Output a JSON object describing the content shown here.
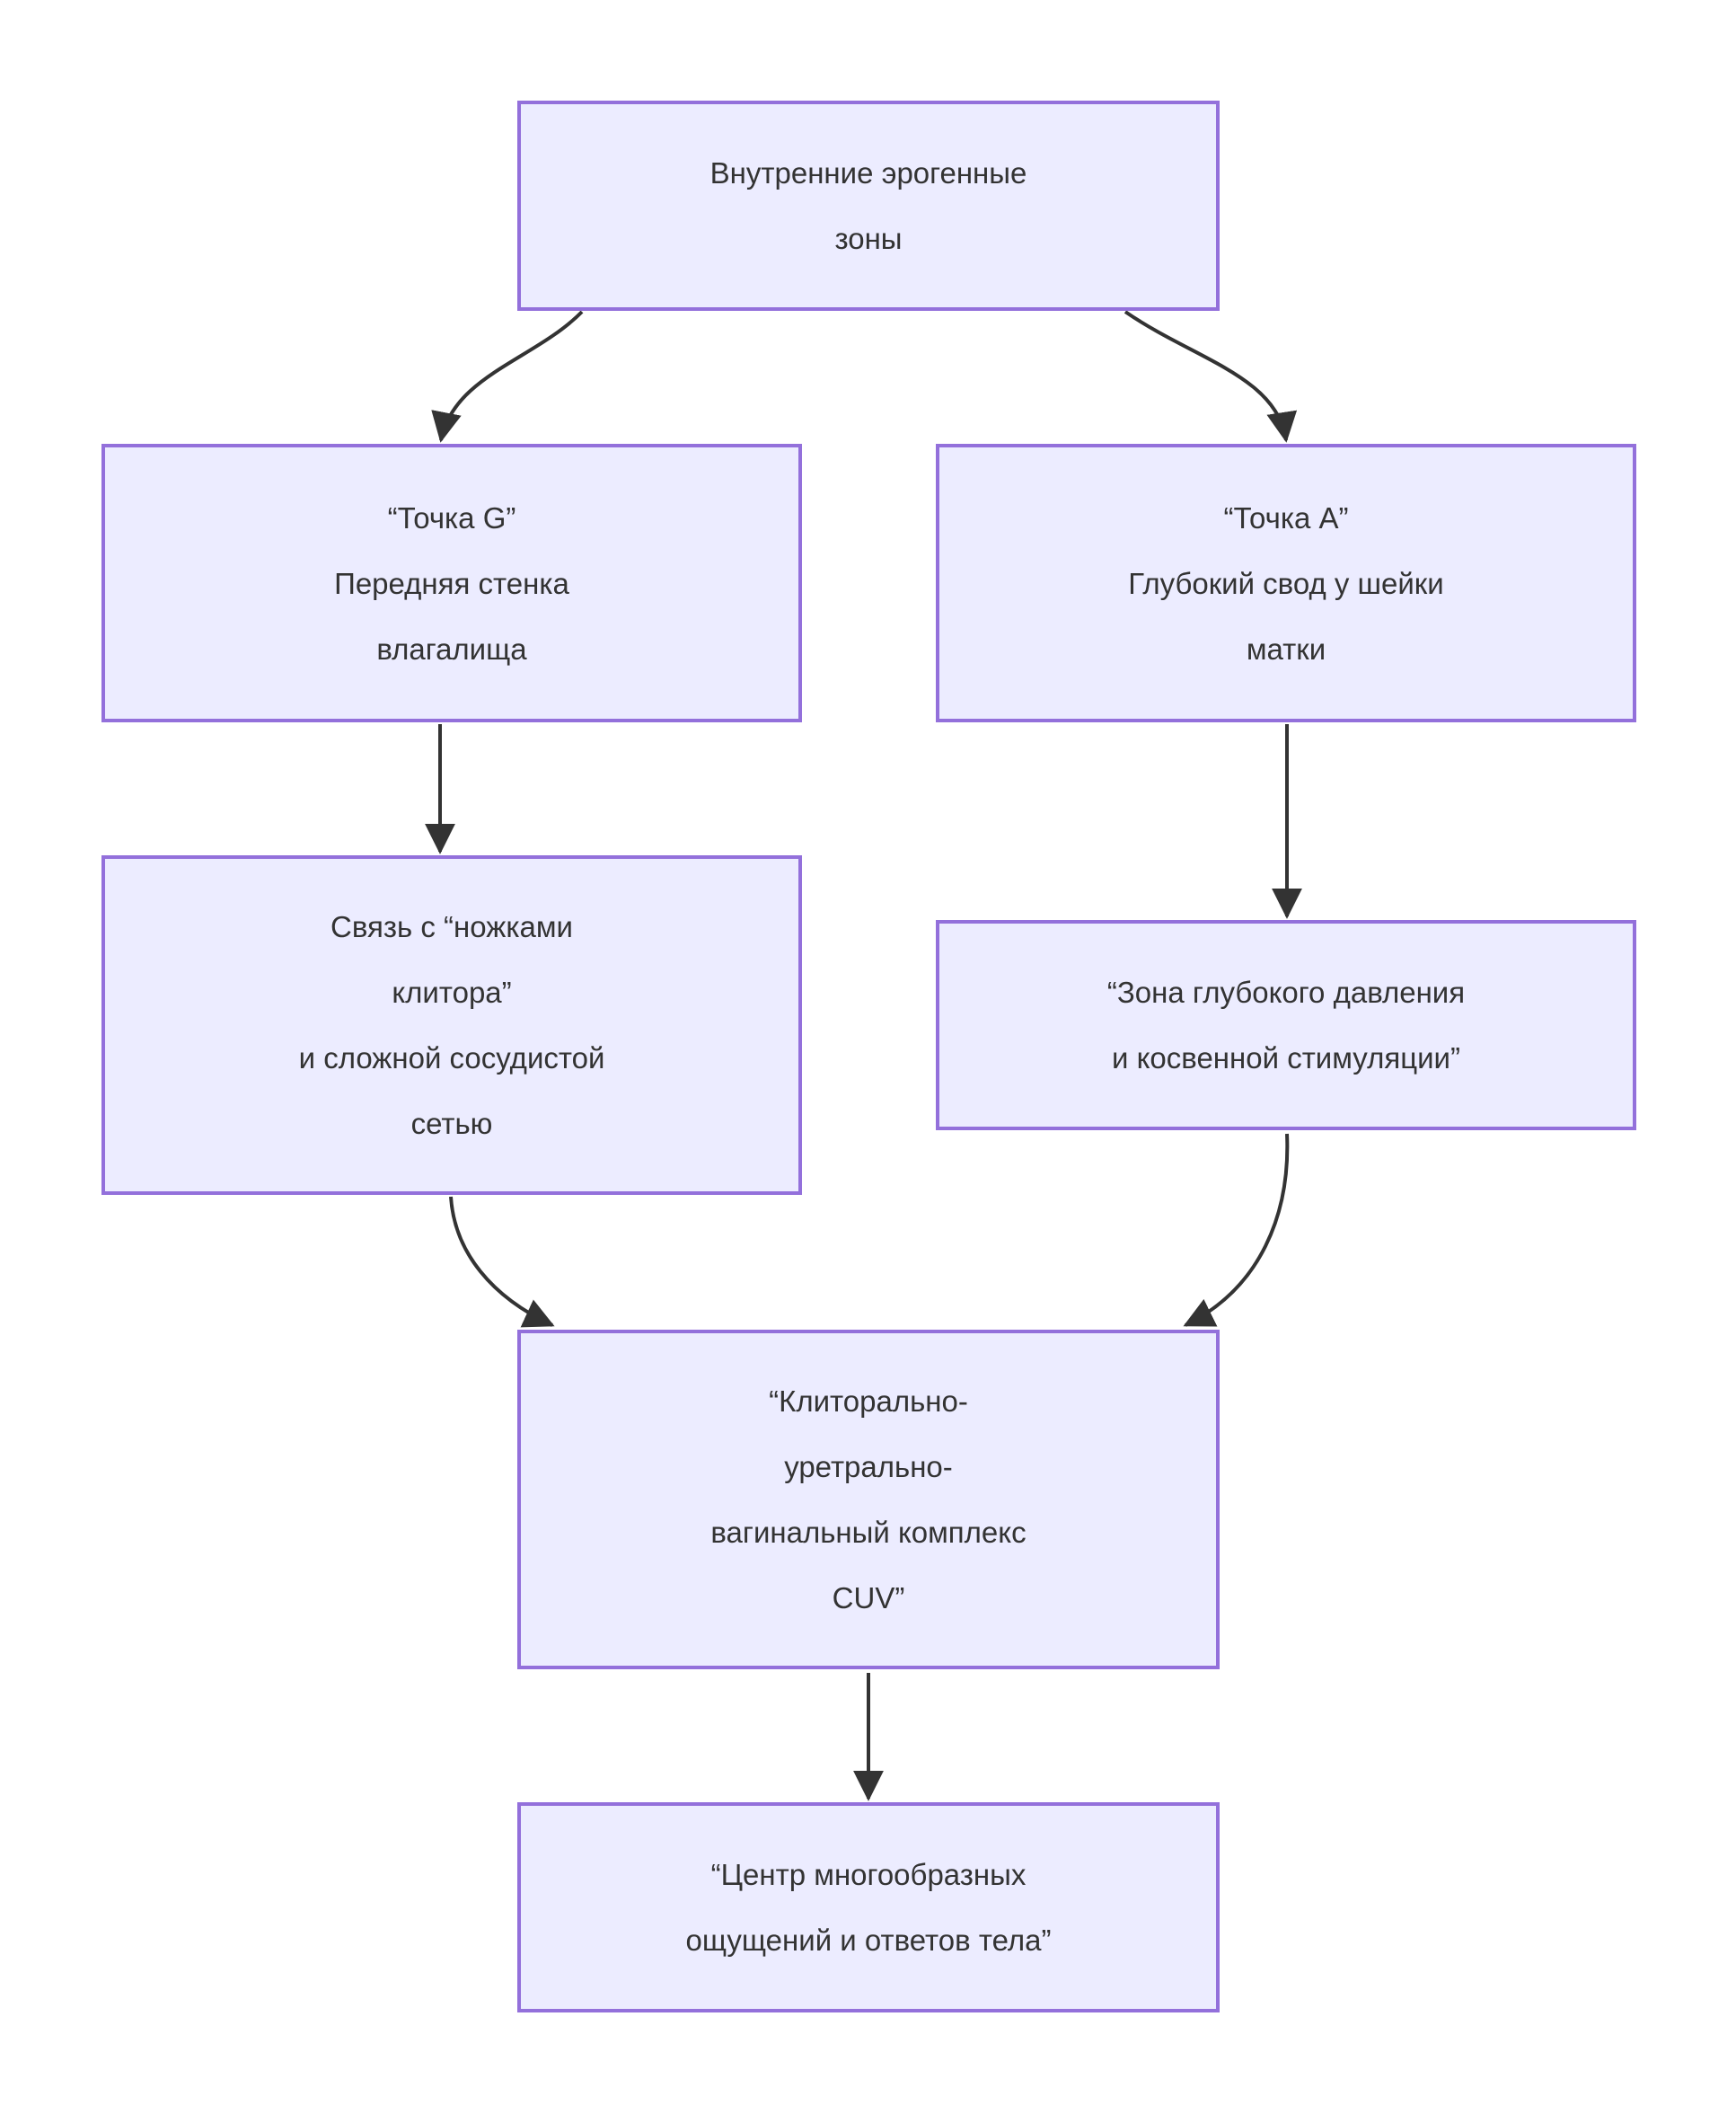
{
  "diagram_type": "flowchart-top-down",
  "colors": {
    "background": "#ffffff",
    "node_fill": "#ECECFF",
    "node_border": "#9370DB",
    "text": "#333333",
    "arrow": "#333333"
  },
  "nodes": [
    {
      "id": "internal-zones",
      "label": "Внутренние эрогенные\nзоны"
    },
    {
      "id": "point-g",
      "label": "“Точка G”\nПередняя стенка\nвлагалища"
    },
    {
      "id": "point-a",
      "label": "“Точка А”\nГлубокий свод у шейки\nматки"
    },
    {
      "id": "crura-link",
      "label": "Связь с “ножками\nклитора”\nи сложной сосудистой\nсетью"
    },
    {
      "id": "deep-pressure",
      "label": "“Зона глубокого давления\nи косвенной стимуляции”"
    },
    {
      "id": "cuv-complex",
      "label": "“Клиторально-\nуретрально-\nвагинальный комплекс\nCUV”"
    },
    {
      "id": "sensation-center",
      "label": "“Центр многообразных\nощущений и ответов тела”"
    }
  ],
  "edges": [
    {
      "from": "internal-zones",
      "to": "point-g"
    },
    {
      "from": "internal-zones",
      "to": "point-a"
    },
    {
      "from": "point-g",
      "to": "crura-link"
    },
    {
      "from": "point-a",
      "to": "deep-pressure"
    },
    {
      "from": "crura-link",
      "to": "cuv-complex"
    },
    {
      "from": "deep-pressure",
      "to": "cuv-complex"
    },
    {
      "from": "cuv-complex",
      "to": "sensation-center"
    }
  ]
}
